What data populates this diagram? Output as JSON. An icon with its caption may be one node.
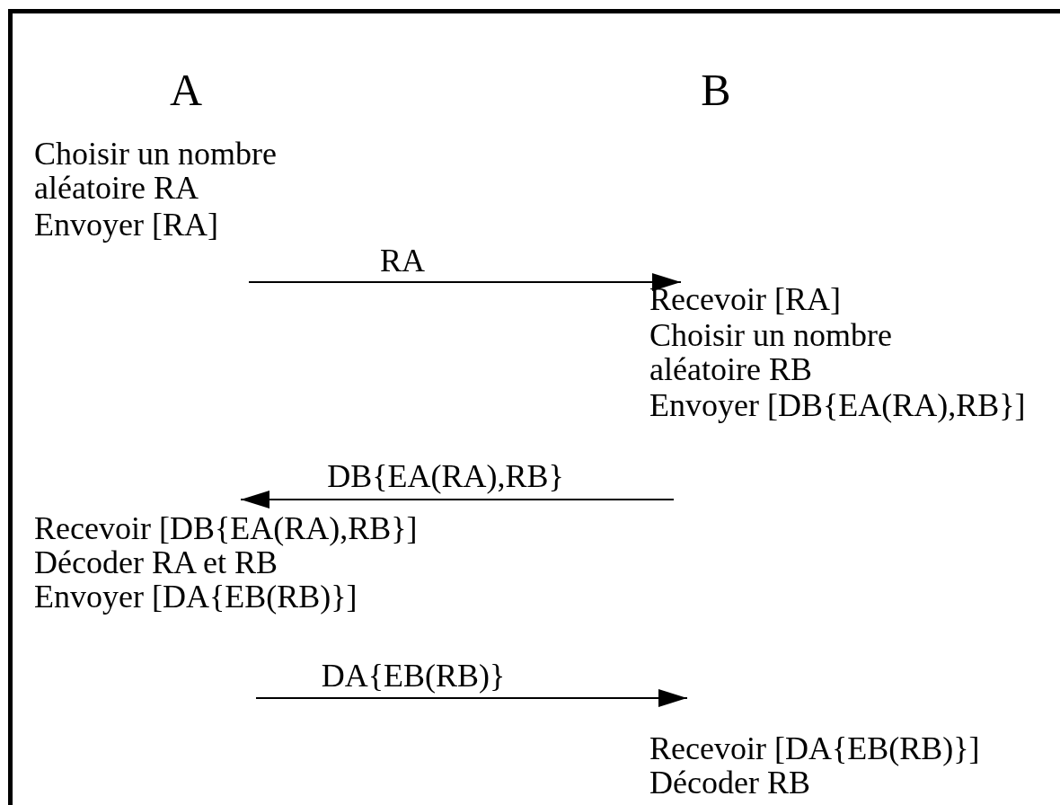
{
  "diagram": {
    "nodes": [
      {
        "text": [
          "Choisir un nombre aléatoire RA",
          "Envoyer [RA]"
        ]
      },
      {
        "text": [
          "Recevoir [RA]",
          "Choisir un nombre aléatoire RB",
          "Envoyer [DB{EA(RA),RB}]"
        ]
      },
      {
        "text": [
          "Recevoir [DB{EA(RA),RB}]",
          "Décoder RA et RB",
          "Envoyer [DA{EB(RB)}]"
        ]
      },
      {
        "text": [
          "Recevoir [DA{EB(RB)}]",
          "Décoder RB"
        ]
      }
    ],
    "edges": [
      {
        "from": 0,
        "to": 1,
        "arrow": "to",
        "label": "RA"
      },
      {
        "from": 1,
        "to": 2,
        "arrow": "to",
        "label": "DB{EA(RA),RB}"
      },
      {
        "from": 2,
        "to": 3,
        "arrow": "to",
        "label": "DA{EB(RB)}"
      }
    ],
    "labels": [
      "A",
      "B"
    ]
  }
}
